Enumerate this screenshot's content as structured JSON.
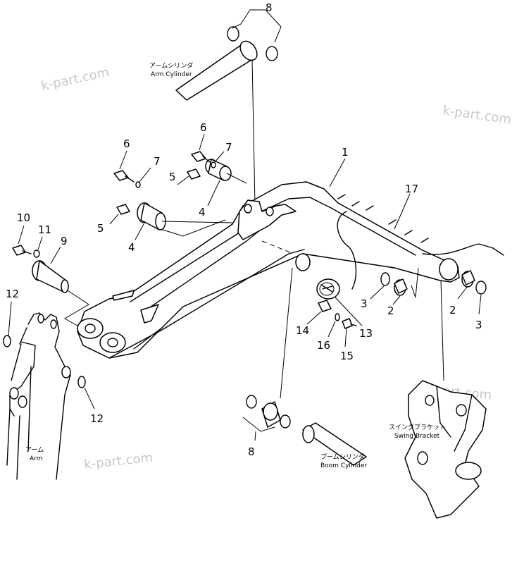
{
  "watermarks": [
    "k-part.com",
    "k-part.com",
    "k-part.com",
    "k-part.com"
  ],
  "components": {
    "arm_cylinder": {
      "label_jp": "アームシリンダ",
      "label_en": "Arm Cylinder"
    },
    "boom_cylinder": {
      "label_jp": "ブームシリンダ",
      "label_en": "Boom Cylinder"
    },
    "swing_bracket": {
      "label_jp": "スイングブラケット",
      "label_en": "Swing Bracket"
    },
    "arm": {
      "label_jp": "アーム",
      "label_en": "Arm"
    }
  },
  "callouts": {
    "n1": "1",
    "n17": "17",
    "n2a": "2",
    "n2b": "2",
    "n3a": "3",
    "n3b": "3",
    "n4a": "4",
    "n4b": "4",
    "n5a": "5",
    "n5b": "5",
    "n6a": "6",
    "n6b": "6",
    "n7a": "7",
    "n7b": "7",
    "n8a": "8",
    "n8b": "8",
    "n9": "9",
    "n10": "10",
    "n11": "11",
    "n12a": "12",
    "n12b": "12",
    "n13": "13",
    "n14": "14",
    "n15": "15",
    "n16": "16"
  }
}
